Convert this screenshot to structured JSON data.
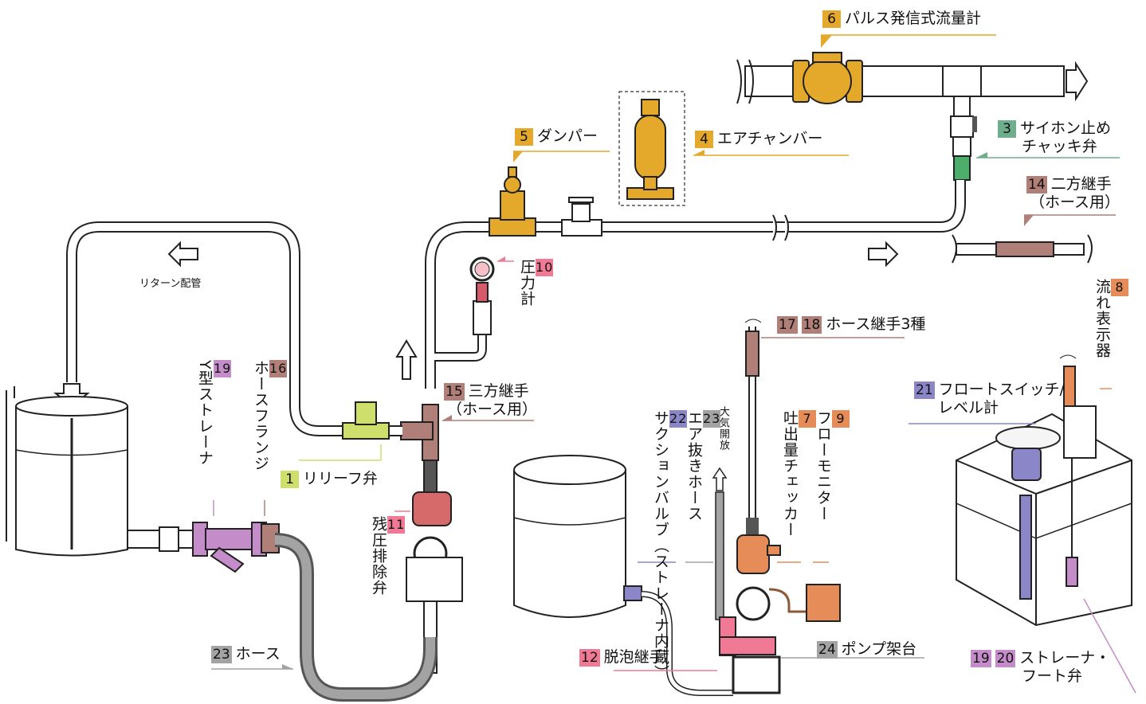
{
  "colors": {
    "gold": "#e4a92b",
    "brown": "#b07f78",
    "green": "#6dae8c",
    "pink": "#f07a96",
    "purple": "#c48cc8",
    "lavender": "#8a86c8",
    "gray": "#a3a3a3",
    "orange": "#e68c58",
    "yellowgreen": "#cfdf6c"
  },
  "labels": {
    "l6": {
      "num": "6",
      "text": "パルス発信式流量計"
    },
    "l5": {
      "num": "5",
      "text": "ダンパー"
    },
    "l4": {
      "num": "4",
      "text": "エアチャンバー"
    },
    "l3": {
      "num": "3",
      "text1": "サイホン止め",
      "text2": "チャッキ弁"
    },
    "l14": {
      "num": "14",
      "text1": "二方継手",
      "text2": "（ホース用）"
    },
    "l10": {
      "num": "10",
      "text": "圧力計"
    },
    "l15": {
      "num": "15",
      "text1": "三方継手",
      "text2": "（ホース用）"
    },
    "l1": {
      "num": "1",
      "text": "リリーフ弁"
    },
    "l11": {
      "num": "11",
      "text": "残圧排除弁"
    },
    "l19y": {
      "num": "19",
      "text": "Y型ストレーナ"
    },
    "l16": {
      "num": "16",
      "text": "ホースフランジ"
    },
    "l23h": {
      "num": "23",
      "text": "ホース"
    },
    "l12": {
      "num": "12",
      "text": "脱泡継手"
    },
    "l22": {
      "num": "22",
      "text": "サクションバルブ",
      "text2": "（ストレーナ内蔵）"
    },
    "l23a": {
      "num": "23",
      "text": "エア抜きホース"
    },
    "air": {
      "text": "大気開放"
    },
    "l7": {
      "num": "7",
      "text": "吐出量チェッカー"
    },
    "l9": {
      "num": "9",
      "text": "フローモニター"
    },
    "l1718": {
      "num1": "17",
      "num2": "18",
      "text": "ホース継手3種"
    },
    "l24": {
      "num": "24",
      "text": "ポンプ架台"
    },
    "l8": {
      "num": "8",
      "text": "流れ表示器"
    },
    "l21": {
      "num": "21",
      "text1": "フロートスイッチ/",
      "text2": "レベル計"
    },
    "l1920": {
      "num1": "19",
      "num2": "20",
      "text1": "ストレーナ・",
      "text2": "フート弁"
    },
    "return": {
      "text": "リターン配管"
    }
  }
}
